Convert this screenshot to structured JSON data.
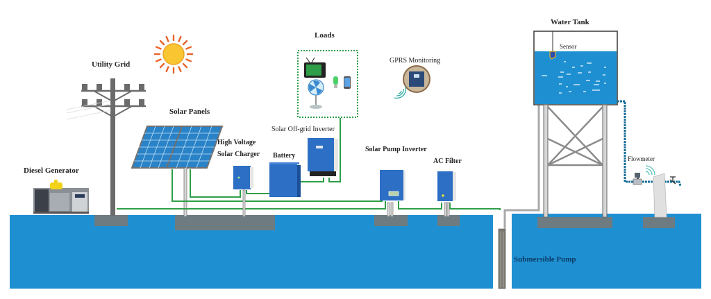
{
  "title": "Solar Pumping System with Multiple Power Sources",
  "labels": {
    "utility_grid": "Utility Grid",
    "solar_panels": "Solar Panels",
    "loads": "Loads",
    "gprs_monitoring": "GPRS Monitoring",
    "water_tank": "Water Tank",
    "sensor": "Sensor",
    "diesel_generator": "Diesel Generator",
    "high_voltage_line1": "High Voltage",
    "high_voltage_line2": "Solar Charger",
    "battery": "Battery",
    "solar_offgrid_inverter": "Solar Off-grid Inverter",
    "solar_pump_inverter": "Solar Pump Inverter",
    "ac_filter": "AC Filter",
    "flowmeter": "Flowmeter",
    "submersible_pump": "Submersible Pump"
  },
  "colors": {
    "ground_water": "#1e90d2",
    "concrete": "#6e7b80",
    "wire": "#2e9e48",
    "device_blue": "#2d6fc4",
    "pipe_gray": "#a9a9a9",
    "steel": "#7a7a7a",
    "sun_core": "#f9c531",
    "sun_rays": "#e8632a",
    "tank_water": "#1e90d2",
    "outlet_pipe": "#1a6f9a"
  },
  "components": [
    {
      "id": "utility-grid",
      "label": "Utility Grid"
    },
    {
      "id": "solar-panels",
      "label": "Solar Panels"
    },
    {
      "id": "diesel-generator",
      "label": "Diesel Generator"
    },
    {
      "id": "high-voltage-solar-charger",
      "label": "High Voltage Solar Charger"
    },
    {
      "id": "battery",
      "label": "Battery"
    },
    {
      "id": "solar-offgrid-inverter",
      "label": "Solar Off-grid Inverter"
    },
    {
      "id": "loads",
      "label": "Loads",
      "items": [
        "TV",
        "Fan",
        "Bulb",
        "Phone"
      ]
    },
    {
      "id": "gprs-monitoring",
      "label": "GPRS Monitoring"
    },
    {
      "id": "solar-pump-inverter",
      "label": "Solar Pump Inverter"
    },
    {
      "id": "ac-filter",
      "label": "AC Filter"
    },
    {
      "id": "submersible-pump",
      "label": "Submersible Pump"
    },
    {
      "id": "water-tank",
      "label": "Water Tank"
    },
    {
      "id": "sensor",
      "label": "Sensor"
    },
    {
      "id": "flowmeter",
      "label": "Flowmeter"
    }
  ],
  "connections": [
    {
      "from": "solar-panels",
      "to": "high-voltage-solar-charger"
    },
    {
      "from": "high-voltage-solar-charger",
      "to": "battery"
    },
    {
      "from": "battery",
      "to": "solar-offgrid-inverter"
    },
    {
      "from": "solar-offgrid-inverter",
      "to": "loads"
    },
    {
      "from": "solar-panels",
      "to": "solar-pump-inverter"
    },
    {
      "from": "utility-grid",
      "to": "solar-pump-inverter"
    },
    {
      "from": "diesel-generator",
      "to": "solar-pump-inverter"
    },
    {
      "from": "solar-pump-inverter",
      "to": "ac-filter"
    },
    {
      "from": "ac-filter",
      "to": "submersible-pump"
    },
    {
      "from": "submersible-pump",
      "to": "water-tank"
    },
    {
      "from": "water-tank",
      "to": "flowmeter"
    }
  ]
}
